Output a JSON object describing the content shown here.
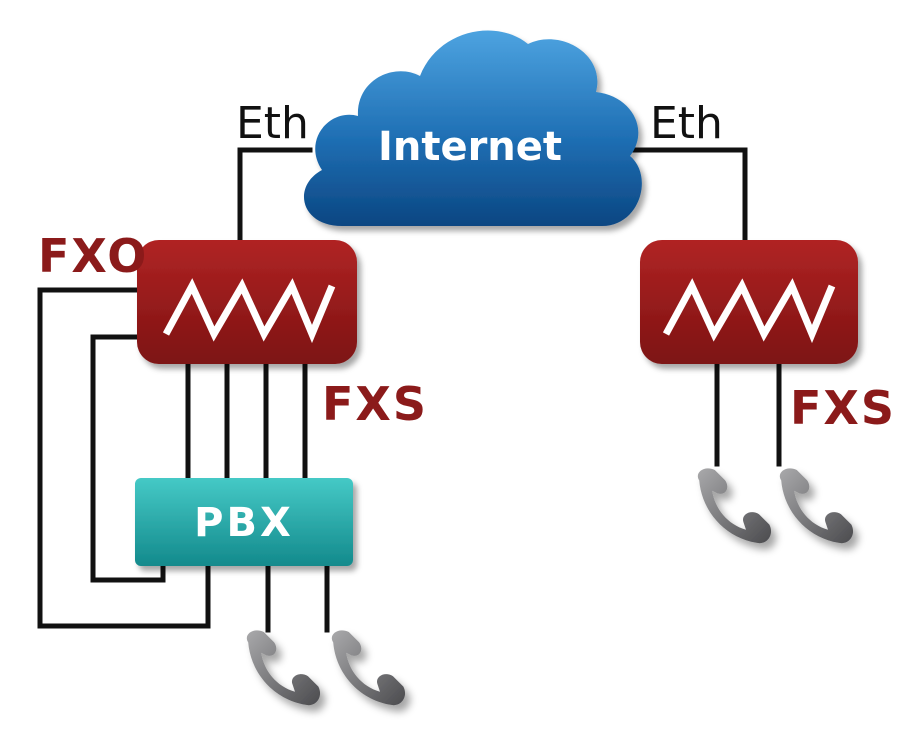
{
  "cloud": {
    "label": "Internet",
    "color_top": "#3f95d6",
    "color_bottom": "#0d4f8e"
  },
  "links": {
    "left_eth": "Eth",
    "right_eth": "Eth"
  },
  "gateways": {
    "color": "#9b1b1b",
    "left": {
      "logo": "MW",
      "fxo_label": "FXO",
      "fxs_label": "FXS"
    },
    "right": {
      "logo": "MW",
      "fxs_label": "FXS"
    }
  },
  "pbx": {
    "label": "PBX",
    "color": "#27b0b0"
  },
  "phones": {
    "icon": "telephone-handset-icon",
    "color": "#6f6f72"
  }
}
